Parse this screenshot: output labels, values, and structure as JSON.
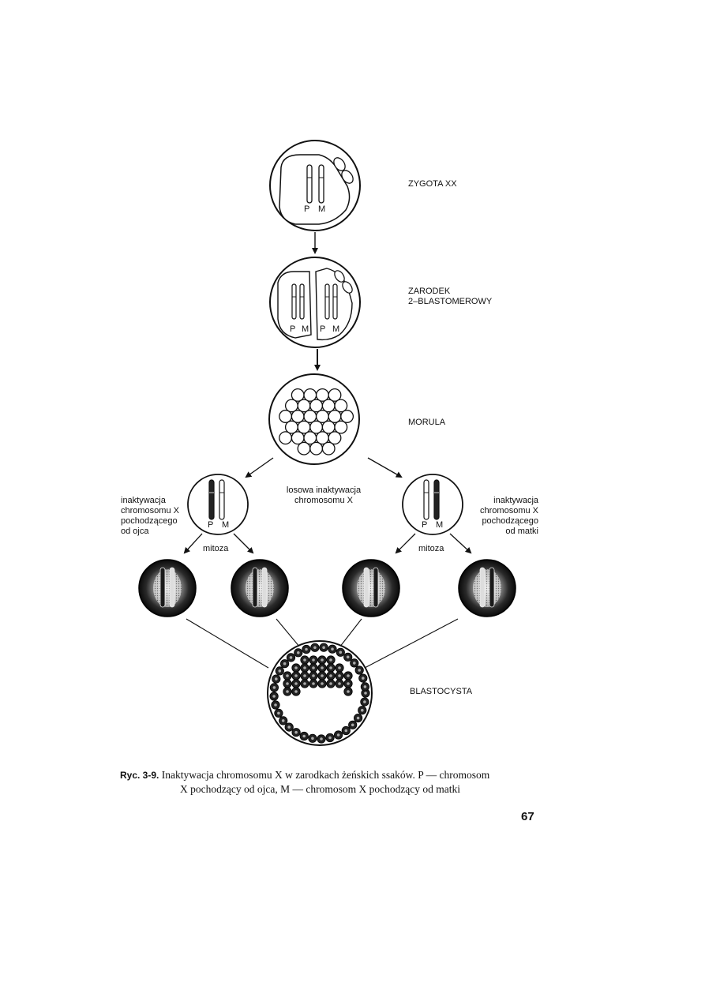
{
  "stages": {
    "zygote": "ZYGOTA XX",
    "two_cell": [
      "ZARODEK",
      "2–BLASTOMEROWY"
    ],
    "morula": "MORULA",
    "blastocyst": "BLASTOCYSTA"
  },
  "chromosome_labels": {
    "paternal": "P",
    "maternal": "M"
  },
  "center_label": [
    "losowa inaktywacja",
    "chromosomu X"
  ],
  "left_label": [
    "inaktywacja",
    "chromosomu X",
    "pochodzącego",
    "od ojca"
  ],
  "right_label": [
    "inaktywacja",
    "chromosomu X",
    "pochodzącego",
    "od matki"
  ],
  "mitosis_label": "mitoza",
  "caption": {
    "number": "Ryc. 3-9.",
    "line1": "Inaktywacja chromosomu X w zarodkach żeńskich ssaków. P — chromosom",
    "line2": "X pochodzący od ojca, M — chromosom X pochodzący od matki"
  },
  "page_number": "67"
}
